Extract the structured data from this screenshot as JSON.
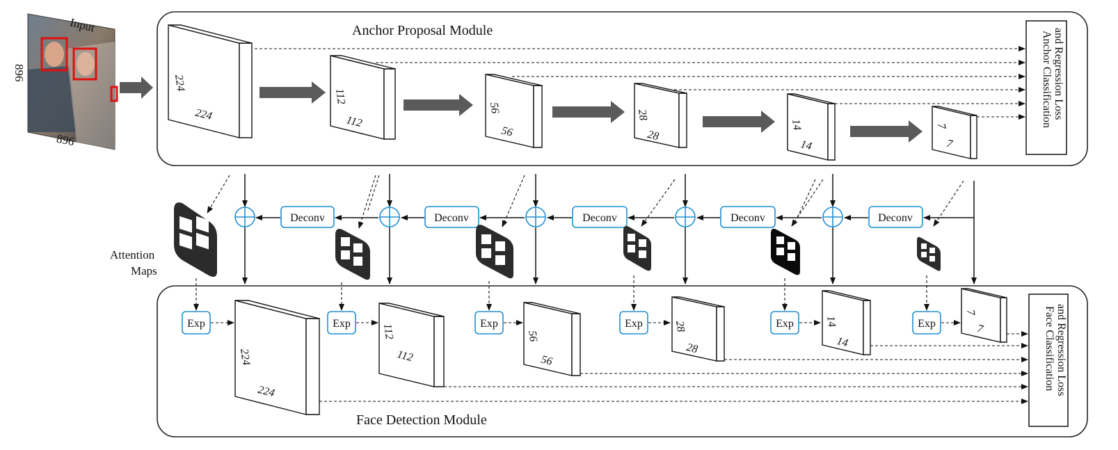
{
  "input": {
    "label": "Input",
    "height_label": "896",
    "width_label": "896"
  },
  "anchor_module": {
    "title": "Anchor Proposal Module",
    "loss_label_line1": "Anchor Classification",
    "loss_label_line2": "and Regression Loss"
  },
  "face_module": {
    "title": "Face Detection Module",
    "loss_label_line1": "Face Classification",
    "loss_label_line2": "and Regression Loss"
  },
  "attention": {
    "label_line1": "Attention",
    "label_line2": "Maps"
  },
  "deconv_label": "Deconv",
  "exp_label": "Exp",
  "top_blocks": [
    {
      "h": "224",
      "w": "224"
    },
    {
      "h": "112",
      "w": "112"
    },
    {
      "h": "56",
      "w": "56"
    },
    {
      "h": "28",
      "w": "28"
    },
    {
      "h": "14",
      "w": "14"
    },
    {
      "h": "7",
      "w": "7"
    }
  ],
  "bottom_blocks": [
    {
      "h": "224",
      "w": "224"
    },
    {
      "h": "112",
      "w": "112"
    },
    {
      "h": "56",
      "w": "56"
    },
    {
      "h": "28",
      "w": "28"
    },
    {
      "h": "14",
      "w": "14"
    },
    {
      "h": "7",
      "w": "7"
    }
  ],
  "colors": {
    "accent": "#1f8fd0",
    "arrow_fill": "#5a5a5a",
    "attention_fill": "#2b2b2b",
    "face_box": "#e01010"
  }
}
